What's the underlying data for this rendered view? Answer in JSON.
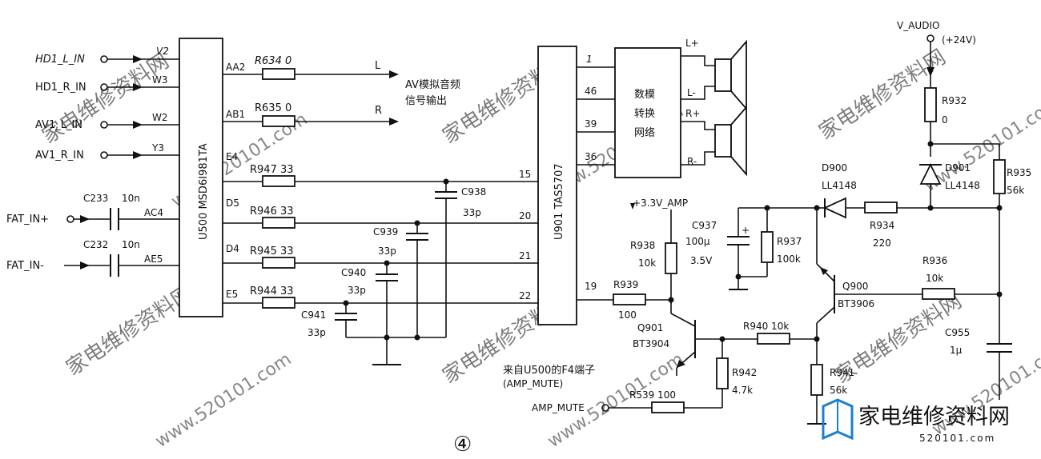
{
  "inputs": [
    "HD1_L_IN",
    "HD1_R_IN",
    "AV1_L_IN",
    "AV1_R_IN"
  ],
  "u500_pins_left": [
    "V2",
    "W3",
    "W2",
    "Y3"
  ],
  "u500_name": "U500 MSD6I981TA",
  "u500_pins_right": [
    "AA2",
    "AB1",
    "E4",
    "D5",
    "D4",
    "E5"
  ],
  "fat_in_plus": "FAT_IN+",
  "fat_in_minus": "FAT_IN-",
  "c233": "C233",
  "c233_val": "10n",
  "pin_ac4": "AC4",
  "c232": "C232",
  "c232_val": "10n",
  "pin_ae5": "AE5",
  "r634": "R634 0",
  "r635": "R635 0",
  "out_l": "L",
  "out_r": "R",
  "av_out_line1": "AV模拟音频",
  "av_out_line2": "信号输出",
  "r947": "R947 33",
  "r946": "R946 33",
  "r945": "R945 33",
  "r944": "R944 33",
  "c938": "C938",
  "c938_val": "33p",
  "c939": "C939",
  "c939_val": "33p",
  "c940": "C940",
  "c940_val": "33p",
  "c941": "C941",
  "c941_val": "33p",
  "u901_name": "U901 TAS5707",
  "u901_pins": [
    "15",
    "20",
    "21",
    "22",
    "19"
  ],
  "u901_out_pins": [
    "1",
    "46",
    "39",
    "36"
  ],
  "dac_line1": "数模",
  "dac_line2": "转换",
  "dac_line3": "网络",
  "spk_labels": [
    "L+",
    "L-",
    "R+",
    "R-"
  ],
  "v33_amp": "+3.3V_AMP",
  "c937": "C937",
  "c937_val1": "100μ",
  "c937_val2": "3.5V",
  "r937": "R937",
  "r937_val": "100k",
  "r938": "R938",
  "r938_val": "10k",
  "r939": "R939",
  "r939_val": "100",
  "q901": "Q901",
  "q901_type": "BT3904",
  "r940": "R940 10k",
  "r942": "R942",
  "r942_val": "4.7k",
  "from_u500_line1": "来自U500的F4端子",
  "from_u500_line2": "(AMP_MUTE)",
  "r539": "R539 100",
  "amp_mute": "AMP_MUTE",
  "v_audio": "V_AUDIO",
  "v_audio_val": "(+24V)",
  "r932": "R932",
  "r932_val": "0",
  "d900": "D900",
  "d900_type": "LL4148",
  "d901": "D901",
  "d901_type": "LL4148",
  "r935": "R935",
  "r935_val": "56k",
  "r934": "R934",
  "r934_val": "220",
  "q900": "Q900",
  "q900_type": "BT3906",
  "r936": "R936",
  "r936_val": "10k",
  "c955": "C955",
  "c955_val": "1μ",
  "r941": "R941",
  "r941_val": "56k",
  "figure_number": "④",
  "watermarks": [
    "家电维修资料网",
    "www.520101.com"
  ],
  "logo_text": "家电维修资料网",
  "logo_url": "520101.com"
}
